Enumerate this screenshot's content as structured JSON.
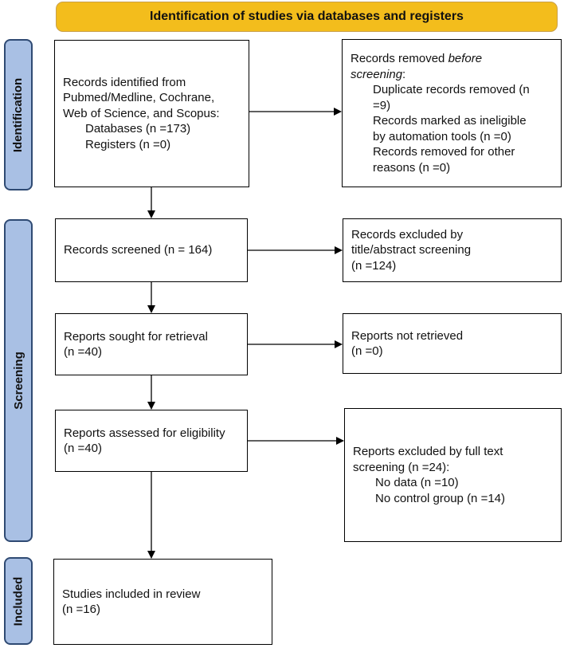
{
  "banner": {
    "title": "Identification of studies via databases and registers"
  },
  "phases": {
    "identification": "Identification",
    "screening": "Screening",
    "included": "Included"
  },
  "boxes": {
    "identified": {
      "line1": "Records identified from",
      "line2": "Pubmed/Medline, Cochrane,",
      "line3": "Web of Science, and Scopus:",
      "databases": "Databases (n =173)",
      "registers": "Registers (n =0)"
    },
    "removed": {
      "heading_prefix": "Records removed ",
      "heading_italic_1": "before",
      "heading_italic_2": "screening",
      "heading_suffix": ":",
      "duplicates_1": "Duplicate records removed (n",
      "duplicates_2": "=9)",
      "ineligible_1": "Records marked as ineligible",
      "ineligible_2": "by automation tools (n =0)",
      "other_1": "Records removed for other",
      "other_2": "reasons (n =0)"
    },
    "screened": {
      "text": "Records screened (n = 164)"
    },
    "excluded_title": {
      "line1": "Records excluded by",
      "line2": "title/abstract screening",
      "line3": "(n =124)"
    },
    "sought": {
      "line1": "Reports sought for retrieval",
      "line2": "(n =40)"
    },
    "not_retrieved": {
      "line1": "Reports not retrieved",
      "line2": "(n =0)"
    },
    "assessed": {
      "line1": "Reports assessed for eligibility",
      "line2": "(n =40)"
    },
    "excluded_full": {
      "line1": "Reports excluded by full text",
      "line2": "screening (n =24):",
      "no_data": "No data (n =10)",
      "no_control": "No control group (n =14)"
    },
    "included": {
      "line1": "Studies included in review",
      "line2": "(n =16)"
    }
  }
}
